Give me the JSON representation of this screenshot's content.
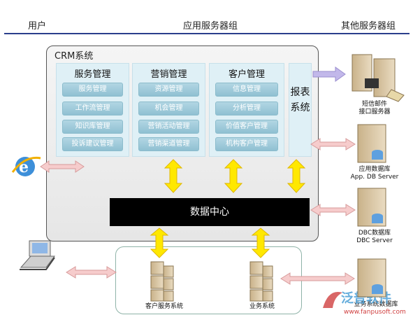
{
  "header": {
    "left": "用户",
    "center": "应用服务器组",
    "right": "其他服务器组"
  },
  "crm": {
    "title": "CRM系统",
    "panels": [
      {
        "title": "服务管理",
        "items": [
          "服务管理",
          "工作流管理",
          "知识库管理",
          "投诉建议管理"
        ]
      },
      {
        "title": "营销管理",
        "items": [
          "资源管理",
          "机会管理",
          "营销活动管理",
          "营销渠道管理"
        ]
      },
      {
        "title": "客户管理",
        "items": [
          "信息管理",
          "分析管理",
          "价值客户管理",
          "机构客户管理"
        ]
      }
    ],
    "report": "报表系统",
    "datacenter": "数据中心"
  },
  "bottom": {
    "server1": "客户服务系统",
    "server2": "业务系统"
  },
  "right": {
    "sms": [
      "短信邮件",
      "接口服务器"
    ],
    "appdb": [
      "应用数据库",
      "App. DB Server"
    ],
    "dbc": [
      "DBC数据库",
      "DBC Server"
    ],
    "biz": "业务系统数据库"
  },
  "watermark": {
    "brand": "泛普软件",
    "url": "www.fanpusoft.com"
  },
  "colors": {
    "rule": "#2b3f8c",
    "panel": "#dff0f6",
    "pill": "#a3cddd",
    "arrow_yellow": "#ffe800",
    "arrow_pink": "#f4c6c6",
    "arrow_lavender": "#bcb3e6",
    "datacenter": "#000000"
  }
}
